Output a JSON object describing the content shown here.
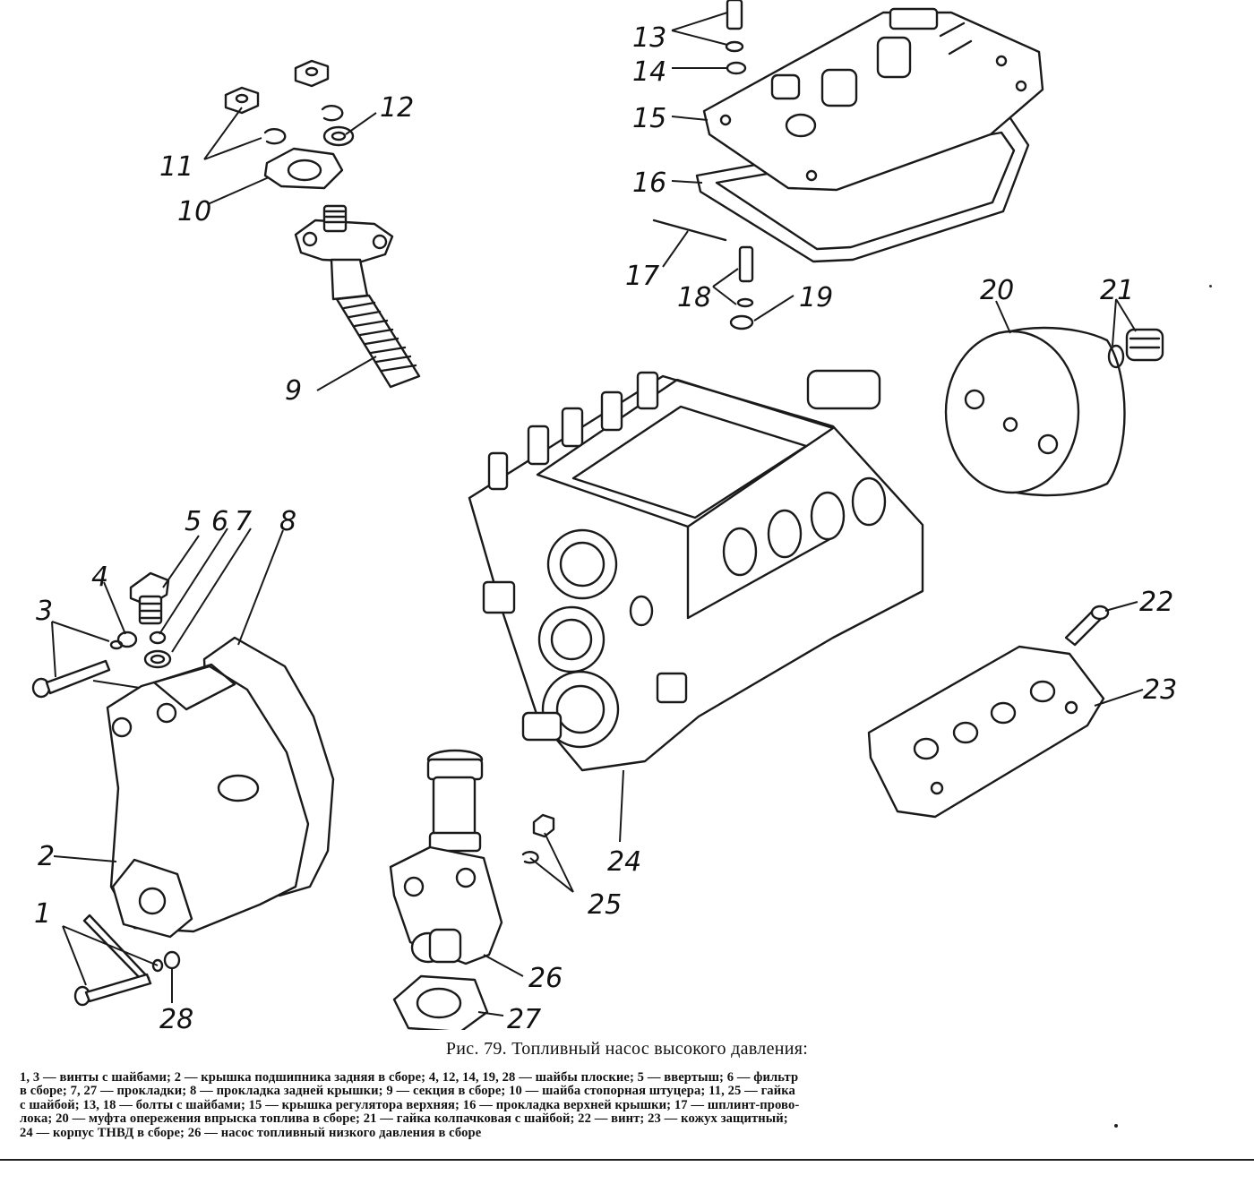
{
  "figure": {
    "title": "Рис. 79. Топливный насос высокого давления:",
    "legend_lines": [
      "1, 3 — винты с шайбами; 2 — крышка подшипника задняя в сборе; 4, 12, 14, 19, 28 — шайбы плоские; 5 — ввертыш; 6 — фильтр",
      "в сборе; 7, 27 — прокладки; 8 — прокладка задней крышки; 9 — секция в сборе; 10 — шайба стопорная штуцера; 11, 25 — гайка",
      "с шайбой; 13, 18 — болты с шайбами; 15 — крышка регулятора верхняя; 16 — прокладка верхней крышки; 17 — шплинт-прово-",
      "лока; 20 — муфта опережения впрыска топлива в сборе; 21 — гайка колпачковая с шайбой; 22 — винт; 23 — кожух защитный;",
      "24 — корпус ТНВД в сборе; 26 — насос топливный низкого давления в сборе"
    ]
  },
  "callouts": {
    "n1": "1",
    "n2": "2",
    "n3": "3",
    "n4": "4",
    "n5": "5",
    "n6": "6",
    "n7": "7",
    "n8": "8",
    "n9": "9",
    "n10": "10",
    "n11": "11",
    "n12": "12",
    "n13": "13",
    "n14": "14",
    "n15": "15",
    "n16": "16",
    "n17": "17",
    "n18": "18",
    "n19": "19",
    "n20": "20",
    "n21": "21",
    "n22": "22",
    "n23": "23",
    "n24": "24",
    "n25": "25",
    "n26": "26",
    "n27": "27",
    "n28": "28"
  }
}
